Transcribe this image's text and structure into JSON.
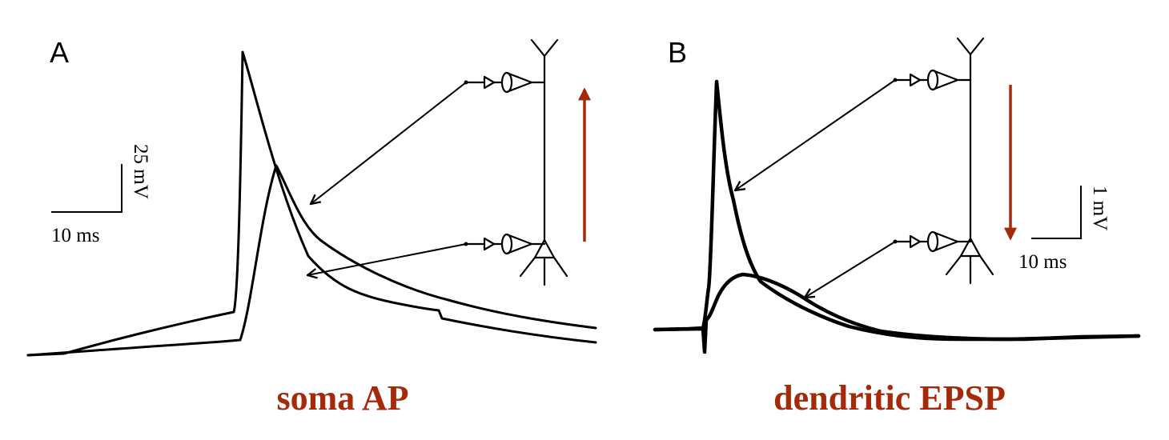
{
  "panels": [
    {
      "letter": "A",
      "scale_x_label": "10 ms",
      "scale_y_label": "25 mV",
      "caption": "soma AP",
      "arrow_direction": "up"
    },
    {
      "letter": "B",
      "scale_x_label": "10 ms",
      "scale_y_label": "1 mV",
      "caption": "dendritic EPSP",
      "arrow_direction": "down"
    }
  ],
  "colors": {
    "accent": "#a52a0a",
    "trace": "#000000",
    "background": "#ffffff"
  }
}
